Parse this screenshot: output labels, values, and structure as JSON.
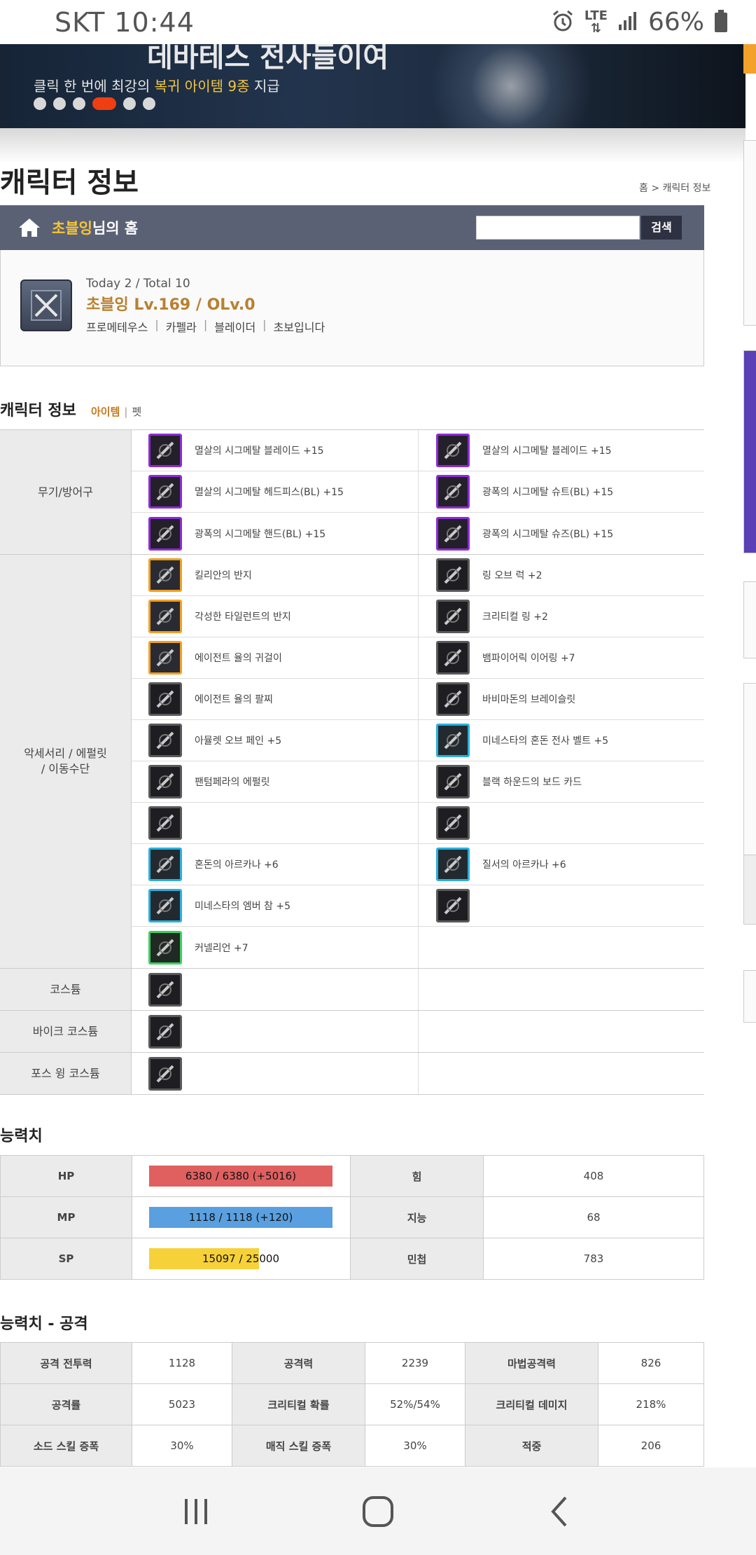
{
  "status_bar": {
    "carrier_time": "SKT 10:44",
    "network": "LTE",
    "battery": "66%"
  },
  "banner": {
    "title": "데바테스 전사들이여",
    "subtitle_pre": "클릭 한 번에 최강의 ",
    "subtitle_hl": "복귀 아이템 9종",
    "subtitle_post": " 지급",
    "slide_count": 6,
    "active_slide": 4
  },
  "page": {
    "title": "캐릭터 정보",
    "breadcrumb": "홈 > 캐릭터 정보"
  },
  "home_bar": {
    "name": "초블잉",
    "suffix": "님의 홈",
    "search_button": "검색",
    "search_value": ""
  },
  "profile": {
    "visits": "Today 2 / Total 10",
    "name_level": "초블잉  Lv.169 / OLv.0",
    "links": [
      "프로메테우스",
      "카펠라",
      "블레이더",
      "초보입니다"
    ]
  },
  "char_info": {
    "title": "캐릭터 정보",
    "tab_item": "아이템",
    "tab_pet": "펫"
  },
  "equipment": [
    {
      "label": "무기/방어구",
      "rows": [
        [
          {
            "name": "멸살의 시그메탈 블레이드 +15",
            "frame": "purple"
          },
          {
            "name": "멸살의 시그메탈 블레이드 +15",
            "frame": "purple"
          }
        ],
        [
          {
            "name": "멸살의 시그메탈 헤드피스(BL) +15",
            "frame": "purple"
          },
          {
            "name": "광폭의 시그메탈 슈트(BL) +15",
            "frame": "purple"
          }
        ],
        [
          {
            "name": "광폭의 시그메탈 핸드(BL) +15",
            "frame": "purple"
          },
          {
            "name": "광폭의 시그메탈 슈즈(BL) +15",
            "frame": "purple"
          }
        ]
      ]
    },
    {
      "label": "악세서리 / 에펄릿\n/ 이동수단",
      "rows": [
        [
          {
            "name": "킬리안의 반지",
            "frame": "orange"
          },
          {
            "name": "링 오브 럭 +2",
            "frame": "gray"
          }
        ],
        [
          {
            "name": "각성한 타일런트의 반지",
            "frame": "orange"
          },
          {
            "name": "크리티컬 링 +2",
            "frame": "gray"
          }
        ],
        [
          {
            "name": "에이전트 율의 귀걸이",
            "frame": "orange"
          },
          {
            "name": "뱀파이어릭 이어링 +7",
            "frame": "gray"
          }
        ],
        [
          {
            "name": "에이전트 율의 팔찌",
            "frame": "gray"
          },
          {
            "name": "바비마돈의 브레이슬릿",
            "frame": "gray"
          }
        ],
        [
          {
            "name": "아뮬렛 오브 페인 +5",
            "frame": "gray"
          },
          {
            "name": "미네스타의 혼돈 전사 벨트 +5",
            "frame": "cyan"
          }
        ],
        [
          {
            "name": "팬텀페라의 에펄릿",
            "frame": "gray"
          },
          {
            "name": "블랙 하운드의 보드 카드",
            "frame": "gray"
          }
        ],
        [
          {
            "name": "",
            "frame": "gray"
          },
          {
            "name": "",
            "frame": "gray"
          }
        ],
        [
          {
            "name": "혼돈의 아르카나 +6",
            "frame": "cyan"
          },
          {
            "name": "질서의 아르카나 +6",
            "frame": "cyan"
          }
        ],
        [
          {
            "name": "미네스타의 엠버 참 +5",
            "frame": "cyan"
          },
          {
            "name": "",
            "frame": "gray"
          }
        ],
        [
          {
            "name": "커넬리언 +7",
            "frame": "green"
          },
          null
        ]
      ]
    },
    {
      "label": "코스튬",
      "rows": [
        [
          {
            "name": "",
            "frame": "gray"
          },
          null
        ]
      ]
    },
    {
      "label": "바이크 코스튬",
      "rows": [
        [
          {
            "name": "",
            "frame": "gray"
          },
          null
        ]
      ]
    },
    {
      "label": "포스 윙 코스튬",
      "rows": [
        [
          {
            "name": "",
            "frame": "gray"
          },
          null
        ]
      ]
    }
  ],
  "stats": {
    "title": "능력치",
    "hp": {
      "label": "HP",
      "text": "6380 / 6380 (+5016)",
      "fill": 1.0,
      "color": "#e06060"
    },
    "mp": {
      "label": "MP",
      "text": "1118 / 1118 (+120)",
      "fill": 1.0,
      "color": "#5aa0e0"
    },
    "sp": {
      "label": "SP",
      "text": "15097 / 25000",
      "fill": 0.6,
      "color": "#f7d13a"
    },
    "str": {
      "label": "힘",
      "value": "408"
    },
    "int": {
      "label": "지능",
      "value": "68"
    },
    "dex": {
      "label": "민첩",
      "value": "783"
    }
  },
  "attack": {
    "title": "능력치 - 공격",
    "rows": [
      [
        {
          "k": "공격 전투력",
          "v": "1128"
        },
        {
          "k": "공격력",
          "v": "2239"
        },
        {
          "k": "마법공격력",
          "v": "826"
        }
      ],
      [
        {
          "k": "공격률",
          "v": "5023"
        },
        {
          "k": "크리티컬 확률",
          "v": "52%/54%"
        },
        {
          "k": "크리티컬 데미지",
          "v": "218%"
        }
      ],
      [
        {
          "k": "소드 스킬 증폭",
          "v": "30%"
        },
        {
          "k": "매직 스킬 증폭",
          "v": "30%"
        },
        {
          "k": "적중",
          "v": "206"
        }
      ]
    ]
  }
}
